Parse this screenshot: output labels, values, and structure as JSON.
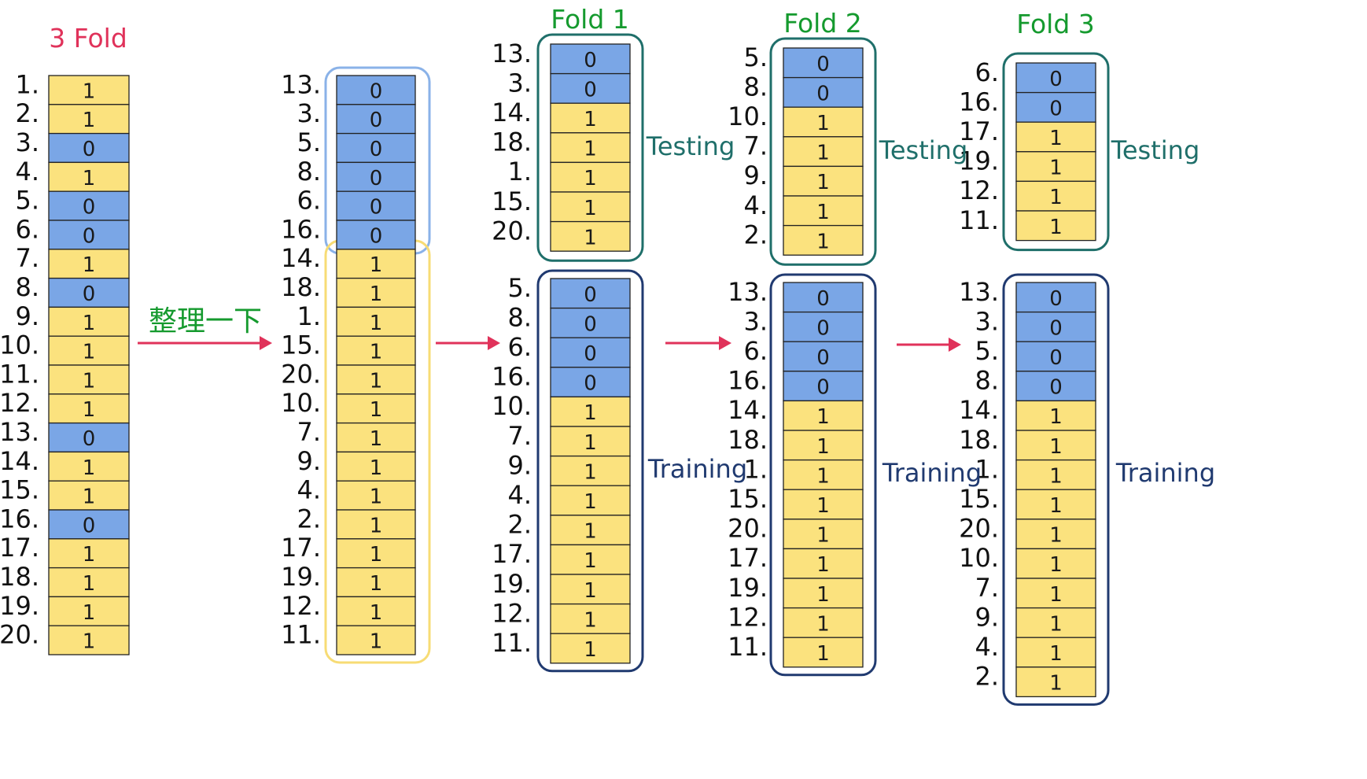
{
  "colors": {
    "zero_fill": "#7aa6e6",
    "one_fill": "#fbe27e",
    "cell_border": "#222222",
    "title_red": "#e0325a",
    "title_green": "#159a2e",
    "testing_teal": "#1f6f6a",
    "training_navy": "#203a70",
    "arrow_red": "#e0325a",
    "group_blue": "#8ab2e8",
    "group_yellow": "#f7dc75"
  },
  "main_title": "3 Fold",
  "arrow_label": "整理一下",
  "original": {
    "rows": [
      {
        "index": "1.",
        "value": "1"
      },
      {
        "index": "2.",
        "value": "1"
      },
      {
        "index": "3.",
        "value": "0"
      },
      {
        "index": "4.",
        "value": "1"
      },
      {
        "index": "5.",
        "value": "0"
      },
      {
        "index": "6.",
        "value": "0"
      },
      {
        "index": "7.",
        "value": "1"
      },
      {
        "index": "8.",
        "value": "0"
      },
      {
        "index": "9.",
        "value": "1"
      },
      {
        "index": "10.",
        "value": "1"
      },
      {
        "index": "11.",
        "value": "1"
      },
      {
        "index": "12.",
        "value": "1"
      },
      {
        "index": "13.",
        "value": "0"
      },
      {
        "index": "14.",
        "value": "1"
      },
      {
        "index": "15.",
        "value": "1"
      },
      {
        "index": "16.",
        "value": "0"
      },
      {
        "index": "17.",
        "value": "1"
      },
      {
        "index": "18.",
        "value": "1"
      },
      {
        "index": "19.",
        "value": "1"
      },
      {
        "index": "20.",
        "value": "1"
      }
    ]
  },
  "sorted": {
    "rows": [
      {
        "index": "13.",
        "value": "0"
      },
      {
        "index": "3.",
        "value": "0"
      },
      {
        "index": "5.",
        "value": "0"
      },
      {
        "index": "8.",
        "value": "0"
      },
      {
        "index": "6.",
        "value": "0"
      },
      {
        "index": "16.",
        "value": "0"
      },
      {
        "index": "14.",
        "value": "1"
      },
      {
        "index": "18.",
        "value": "1"
      },
      {
        "index": "1.",
        "value": "1"
      },
      {
        "index": "15.",
        "value": "1"
      },
      {
        "index": "20.",
        "value": "1"
      },
      {
        "index": "10.",
        "value": "1"
      },
      {
        "index": "7.",
        "value": "1"
      },
      {
        "index": "9.",
        "value": "1"
      },
      {
        "index": "4.",
        "value": "1"
      },
      {
        "index": "2.",
        "value": "1"
      },
      {
        "index": "17.",
        "value": "1"
      },
      {
        "index": "19.",
        "value": "1"
      },
      {
        "index": "12.",
        "value": "1"
      },
      {
        "index": "11.",
        "value": "1"
      }
    ]
  },
  "folds": [
    {
      "title": "Fold 1",
      "testing_label": "Testing",
      "training_label": "Training",
      "testing": [
        {
          "index": "13.",
          "value": "0"
        },
        {
          "index": "3.",
          "value": "0"
        },
        {
          "index": "14.",
          "value": "1"
        },
        {
          "index": "18.",
          "value": "1"
        },
        {
          "index": "1.",
          "value": "1"
        },
        {
          "index": "15.",
          "value": "1"
        },
        {
          "index": "20.",
          "value": "1"
        }
      ],
      "training": [
        {
          "index": "5.",
          "value": "0"
        },
        {
          "index": "8.",
          "value": "0"
        },
        {
          "index": "6.",
          "value": "0"
        },
        {
          "index": "16.",
          "value": "0"
        },
        {
          "index": "10.",
          "value": "1"
        },
        {
          "index": "7.",
          "value": "1"
        },
        {
          "index": "9.",
          "value": "1"
        },
        {
          "index": "4.",
          "value": "1"
        },
        {
          "index": "2.",
          "value": "1"
        },
        {
          "index": "17.",
          "value": "1"
        },
        {
          "index": "19.",
          "value": "1"
        },
        {
          "index": "12.",
          "value": "1"
        },
        {
          "index": "11.",
          "value": "1"
        }
      ]
    },
    {
      "title": "Fold 2",
      "testing_label": "Testing",
      "training_label": "Training",
      "testing": [
        {
          "index": "5.",
          "value": "0"
        },
        {
          "index": "8.",
          "value": "0"
        },
        {
          "index": "10.",
          "value": "1"
        },
        {
          "index": "7.",
          "value": "1"
        },
        {
          "index": "9.",
          "value": "1"
        },
        {
          "index": "4.",
          "value": "1"
        },
        {
          "index": "2.",
          "value": "1"
        }
      ],
      "training": [
        {
          "index": "13.",
          "value": "0"
        },
        {
          "index": "3.",
          "value": "0"
        },
        {
          "index": "6.",
          "value": "0"
        },
        {
          "index": "16.",
          "value": "0"
        },
        {
          "index": "14.",
          "value": "1"
        },
        {
          "index": "18.",
          "value": "1"
        },
        {
          "index": "1.",
          "value": "1"
        },
        {
          "index": "15.",
          "value": "1"
        },
        {
          "index": "20.",
          "value": "1"
        },
        {
          "index": "17.",
          "value": "1"
        },
        {
          "index": "19.",
          "value": "1"
        },
        {
          "index": "12.",
          "value": "1"
        },
        {
          "index": "11.",
          "value": "1"
        }
      ]
    },
    {
      "title": "Fold 3",
      "testing_label": "Testing",
      "training_label": "Training",
      "testing": [
        {
          "index": "6.",
          "value": "0"
        },
        {
          "index": "16.",
          "value": "0"
        },
        {
          "index": "17.",
          "value": "1"
        },
        {
          "index": "19.",
          "value": "1"
        },
        {
          "index": "12.",
          "value": "1"
        },
        {
          "index": "11.",
          "value": "1"
        }
      ],
      "training": [
        {
          "index": "13.",
          "value": "0"
        },
        {
          "index": "3.",
          "value": "0"
        },
        {
          "index": "5.",
          "value": "0"
        },
        {
          "index": "8.",
          "value": "0"
        },
        {
          "index": "14.",
          "value": "1"
        },
        {
          "index": "18.",
          "value": "1"
        },
        {
          "index": "1.",
          "value": "1"
        },
        {
          "index": "15.",
          "value": "1"
        },
        {
          "index": "20.",
          "value": "1"
        },
        {
          "index": "10.",
          "value": "1"
        },
        {
          "index": "7.",
          "value": "1"
        },
        {
          "index": "9.",
          "value": "1"
        },
        {
          "index": "4.",
          "value": "1"
        },
        {
          "index": "2.",
          "value": "1"
        }
      ]
    }
  ]
}
